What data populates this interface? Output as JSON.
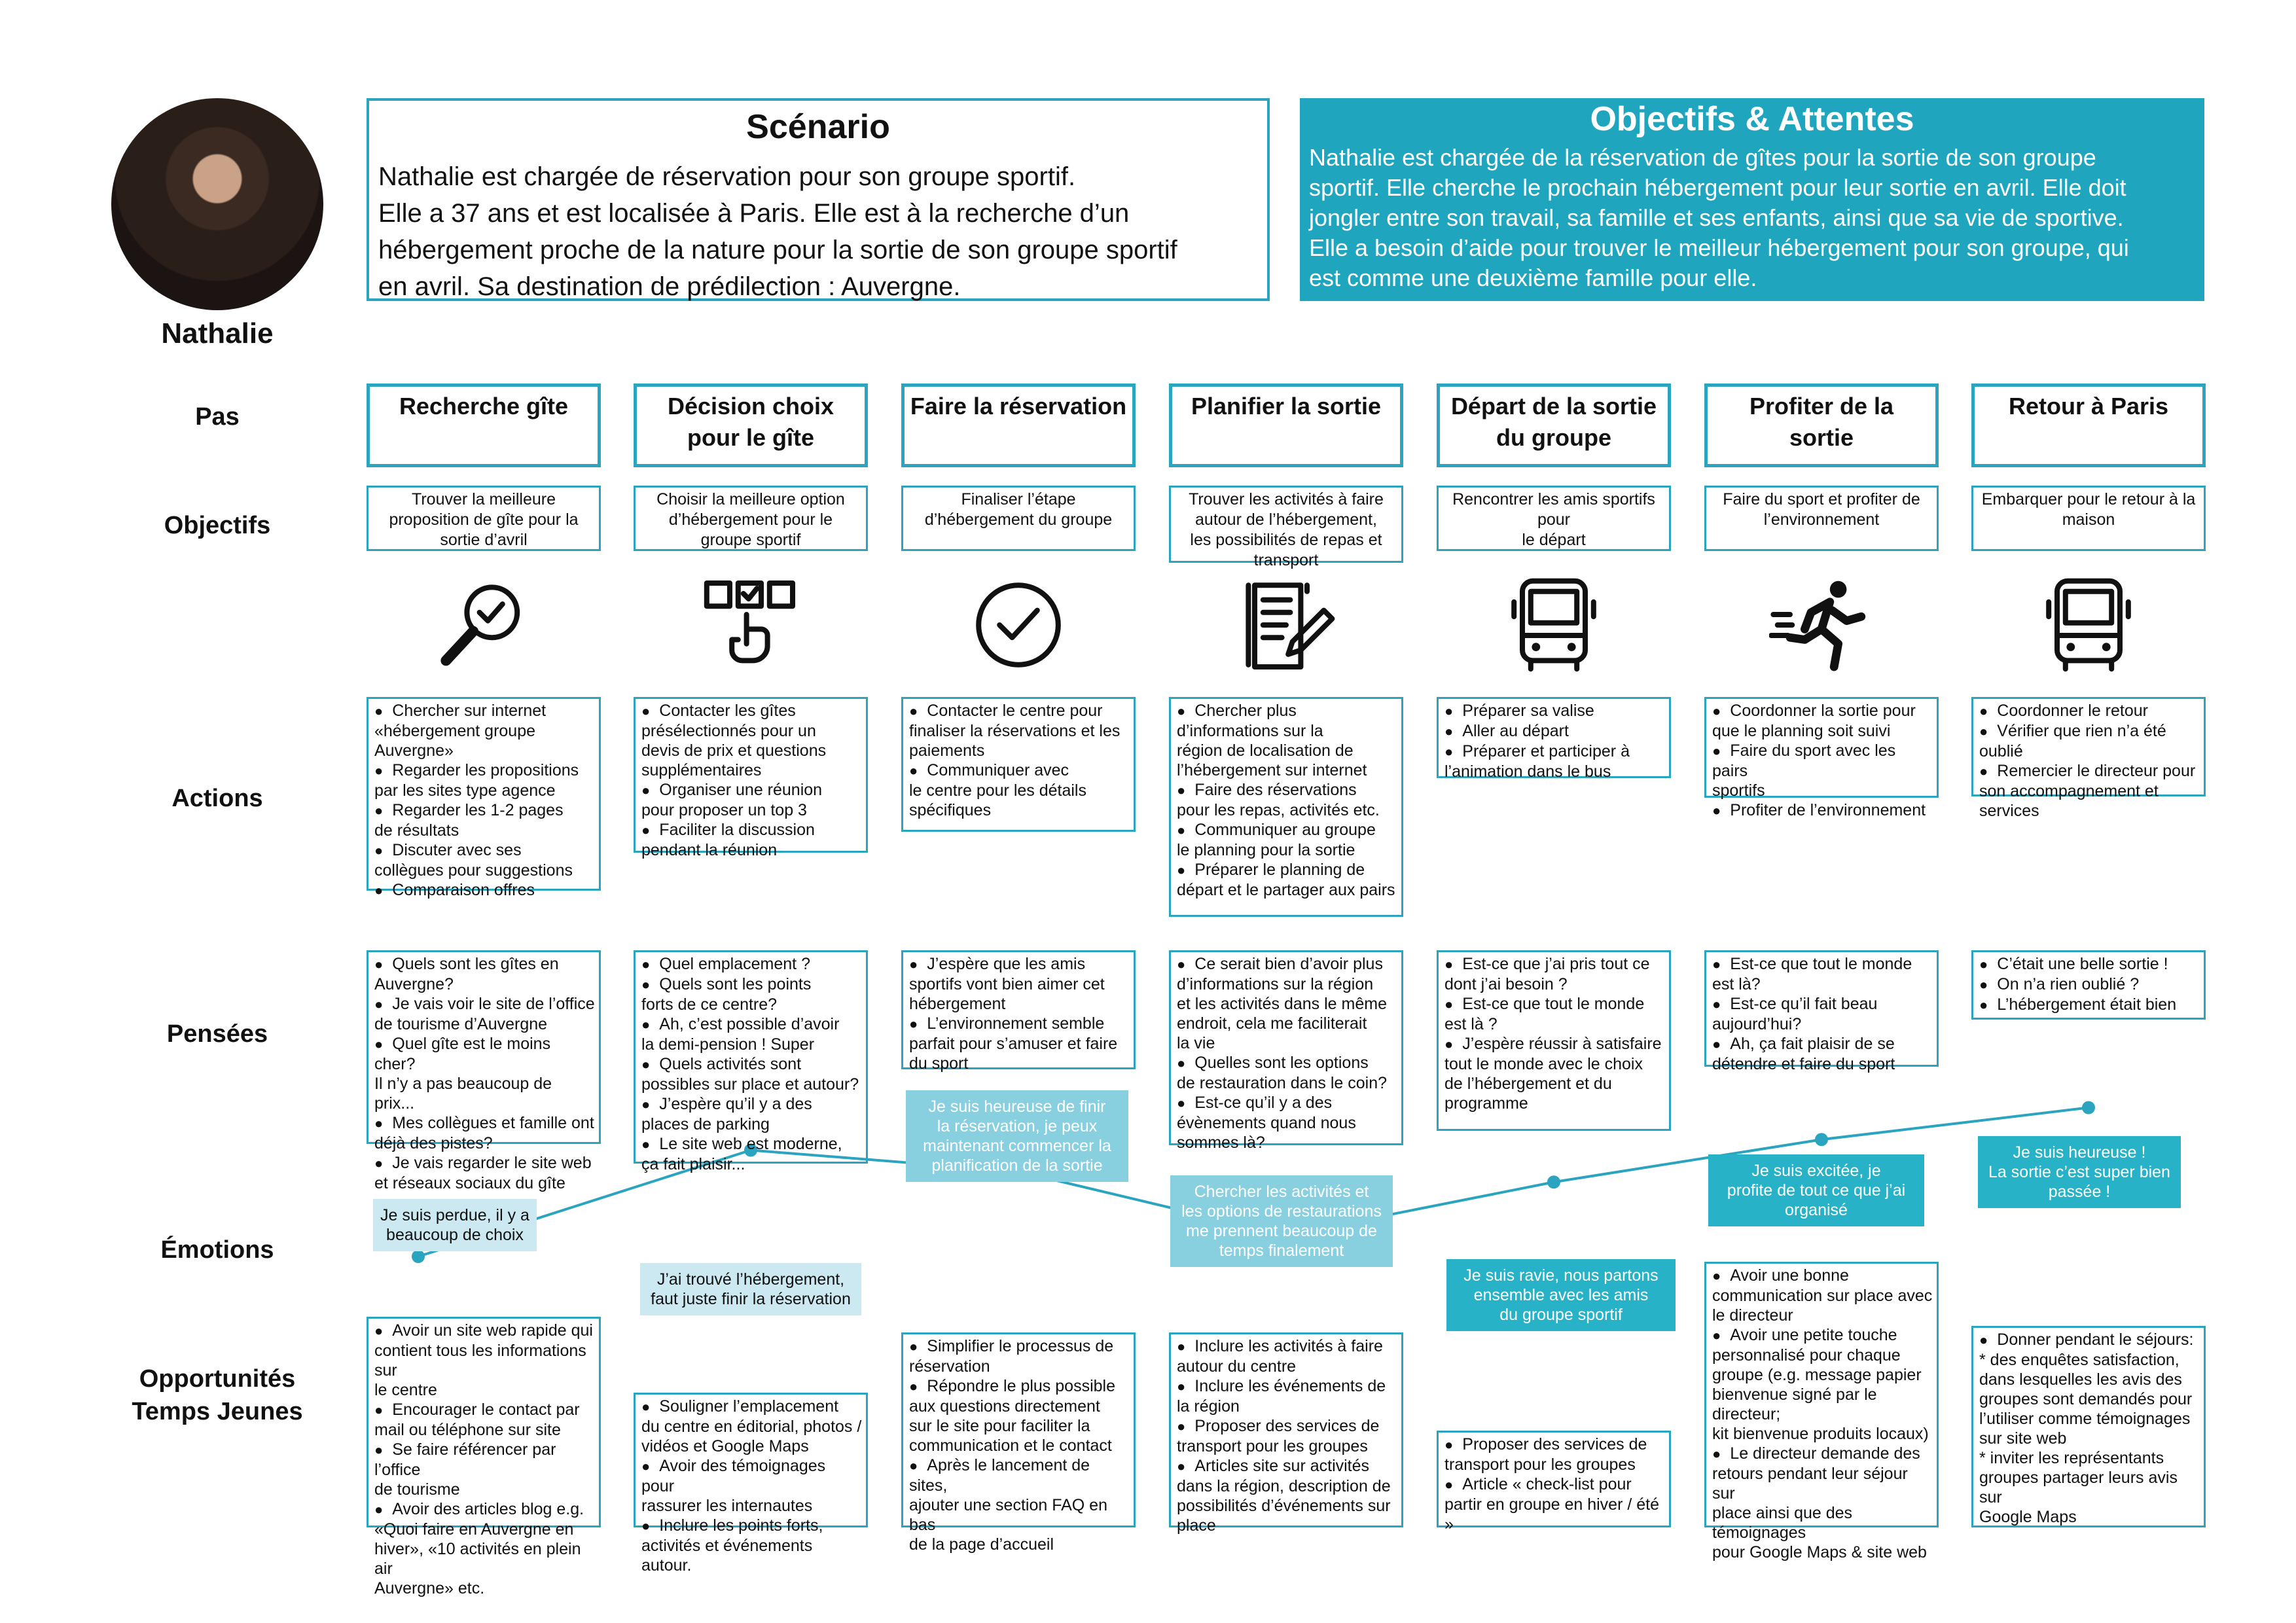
{
  "persona": {
    "name": "Nathalie"
  },
  "scenario": {
    "title": "Scénario",
    "lines": [
      "Nathalie est chargée de réservation pour son groupe sportif.",
      "Elle a 37 ans et est localisée à Paris. Elle est à la recherche d’un",
      "hébergement proche de la nature pour la sortie de son groupe sportif",
      "en avril. Sa destination de prédilection : Auvergne."
    ]
  },
  "objectifs_attentes": {
    "title": "Objectifs & Attentes",
    "lines": [
      "Nathalie est chargée de la réservation de gîtes pour la sortie de son groupe",
      "sportif. Elle cherche le prochain hébergement pour leur sortie en avril. Elle doit",
      "jongler entre son travail, sa famille et ses enfants, ainsi que sa vie de sportive.",
      "Elle a besoin d’aide pour trouver le meilleur hébergement pour son groupe, qui",
      "est comme une deuxième famille pour elle."
    ]
  },
  "row_labels": {
    "pas": "Pas",
    "objectifs": "Objectifs",
    "actions": "Actions",
    "pensees": "Pensées",
    "emotions": "Émotions",
    "opportunites": [
      "Opportunités",
      "Temps Jeunes"
    ]
  },
  "colors": {
    "accent": "#2ba4c0",
    "panel": "#1fa5bd",
    "bubble_light": "#cce9f1",
    "bubble_mid": "#88d0df",
    "bubble_dark": "#27b2c7"
  },
  "steps": [
    {
      "pas": [
        "Recherche gîte"
      ],
      "objectif": [
        "Trouver la meilleure",
        "proposition de gîte pour la",
        "sortie d’avril"
      ],
      "icon": "magnifier-check-icon",
      "actions": [
        [
          "Chercher sur internet",
          "«hébergement groupe",
          "Auvergne»"
        ],
        [
          "Regarder les propositions",
          "par les sites type agence"
        ],
        [
          "Regarder les 1-2 pages",
          "de résultats"
        ],
        [
          "Discuter avec ses",
          "collègues pour suggestions"
        ],
        [
          "Comparaison offres"
        ]
      ],
      "pensees": [
        [
          "Quels sont les gîtes en",
          "Auvergne?"
        ],
        [
          "Je vais voir le site de l’office",
          "de tourisme d’Auvergne"
        ],
        [
          "Quel gîte est le moins cher?",
          "Il n’y a pas beaucoup de prix...",
          ""
        ],
        [
          "Mes collègues et famille ont",
          "déjà des pistes?"
        ],
        [
          "Je vais regarder le site web",
          "et réseaux sociaux du gîte"
        ]
      ],
      "emotion": [
        "Je suis perdue, il y a",
        "beaucoup de choix"
      ],
      "opportunites": [
        [
          "Avoir un site web rapide qui",
          "contient tous les informations sur",
          "le centre"
        ],
        [
          "Encourager le contact par",
          "mail ou téléphone sur site"
        ],
        [
          "Se faire référencer par l’office",
          "de tourisme"
        ],
        [
          "Avoir des articles blog e.g.",
          "«Quoi faire en Auvergne en",
          "hiver», «10 activités en plein air",
          "Auvergne» etc."
        ]
      ]
    },
    {
      "pas": [
        "Décision choix",
        "pour le gîte"
      ],
      "objectif": [
        "Choisir la meilleure option",
        "d’hébergement pour le",
        "groupe sportif"
      ],
      "icon": "checklist-select-icon",
      "actions": [
        [
          "Contacter les gîtes",
          "présélectionnés pour un",
          "devis de prix et questions",
          "supplémentaires"
        ],
        [
          "Organiser une réunion",
          "pour proposer un top 3"
        ],
        [
          "Faciliter la discussion",
          "pendant la réunion"
        ]
      ],
      "pensees": [
        [
          "Quel emplacement ?"
        ],
        [
          "Quels sont les points",
          "forts de ce centre?"
        ],
        [
          "Ah, c’est possible d’avoir",
          "la demi-pension ! Super"
        ],
        [
          "Quels activités sont",
          "possibles sur place et autour?"
        ],
        [
          "J’espère qu’il y a des",
          "places de parking"
        ],
        [
          "Le site web est moderne,",
          "ça fait plaisir..."
        ]
      ],
      "emotion": [
        "J’ai trouvé l’hébergement,",
        "faut juste finir la réservation"
      ],
      "opportunites": [
        [
          "Souligner l’emplacement",
          "du centre en éditorial, photos /",
          "vidéos et Google Maps"
        ],
        [
          "Avoir des témoignages pour",
          "rassurer les internautes"
        ],
        [
          "Inclure les points forts,",
          "activités et événements autour."
        ]
      ]
    },
    {
      "pas": [
        "Faire la réservation"
      ],
      "objectif": [
        "Finaliser l’étape",
        "d’hébergement du groupe"
      ],
      "icon": "check-circle-icon",
      "actions": [
        [
          "Contacter le centre pour",
          "finaliser la réservations et les",
          "paiements"
        ],
        [
          "Communiquer avec",
          "le centre pour les détails",
          "spécifiques"
        ]
      ],
      "pensees": [
        [
          "J’espère que les amis",
          "sportifs vont bien aimer cet",
          "hébergement"
        ],
        [
          "L’environnement semble",
          "parfait pour s’amuser et faire",
          "du sport"
        ]
      ],
      "emotion": [
        "Je suis heureuse de finir",
        "la réservation, je peux",
        "maintenant commencer la",
        "planification de la sortie"
      ],
      "opportunites": [
        [
          "Simplifier le processus de",
          "réservation"
        ],
        [
          "Répondre le plus possible",
          "aux questions directement",
          "sur le site pour faciliter la",
          "communication et le contact"
        ],
        [
          "Après le lancement de sites,",
          "ajouter une section FAQ en bas",
          "de la page d’accueil"
        ]
      ]
    },
    {
      "pas": [
        "Planifier la sortie"
      ],
      "objectif": [
        "Trouver les activités à faire",
        "autour de l’hébergement,",
        "les possibilités de repas et",
        "transport"
      ],
      "icon": "checklist-pen-icon",
      "actions": [
        [
          "Chercher plus",
          "d’informations sur la",
          "région de localisation de",
          "l’hébergement sur internet"
        ],
        [
          "Faire des réservations",
          "pour les repas, activités etc."
        ],
        [
          "Communiquer au groupe",
          "le planning pour la sortie"
        ],
        [
          "Préparer le planning de",
          "départ et le partager aux pairs"
        ]
      ],
      "pensees": [
        [
          "Ce serait bien d’avoir plus",
          "d’informations sur la région",
          "et les activités dans le même",
          "endroit, cela me faciliterait",
          "la vie"
        ],
        [
          "Quelles sont les options",
          "de restauration dans le coin?"
        ],
        [
          "Est-ce qu’il y a des",
          "évènements quand nous",
          "sommes là?"
        ]
      ],
      "emotion": [
        "Chercher les activités et",
        "les options de restaurations",
        "me prennent beaucoup de",
        "temps finalement"
      ],
      "opportunites": [
        [
          "Inclure les activités à faire",
          "autour du centre"
        ],
        [
          "Inclure les événements de",
          "la région"
        ],
        [
          "Proposer des services de",
          "transport pour les groupes"
        ],
        [
          "Articles site sur activités",
          "dans la région, description de",
          "possibilités d’événements sur",
          "place"
        ]
      ]
    },
    {
      "pas": [
        "Départ de la sortie",
        "du groupe"
      ],
      "objectif": [
        "Rencontrer les amis sportifs pour",
        "le départ"
      ],
      "icon": "bus-icon",
      "actions": [
        [
          "Préparer sa valise"
        ],
        [
          "Aller au départ"
        ],
        [
          "Préparer et participer à",
          "l’animation dans le bus"
        ]
      ],
      "pensees": [
        [
          "Est-ce que j’ai pris tout ce",
          "dont j’ai besoin ?"
        ],
        [
          "Est-ce que tout le monde",
          "est là ?"
        ],
        [
          "J’espère réussir à satisfaire",
          "tout le monde avec le choix",
          "de l’hébergement et du",
          "programme"
        ]
      ],
      "emotion": [
        "Je suis ravie, nous partons",
        "ensemble avec les amis",
        "du groupe sportif"
      ],
      "opportunites": [
        [
          "Proposer des services de",
          "transport pour les groupes"
        ],
        [
          "Article « check-list pour",
          "partir en groupe en hiver / été »"
        ]
      ]
    },
    {
      "pas": [
        "Profiter de la",
        "sortie"
      ],
      "objectif": [
        "Faire du sport et profiter de",
        "l’environnement"
      ],
      "icon": "runner-icon",
      "actions": [
        [
          "Coordonner la sortie pour",
          "que le planning soit suivi"
        ],
        [
          "Faire du sport avec les pairs",
          "sportifs"
        ],
        [
          "Profiter de l’environnement"
        ]
      ],
      "pensees": [
        [
          "Est-ce que tout le monde",
          "est là?"
        ],
        [
          "Est-ce qu’il fait beau",
          "aujourd’hui?"
        ],
        [
          "Ah, ça fait plaisir de se",
          "détendre et faire du sport"
        ]
      ],
      "emotion": [
        "Je suis excitée, je",
        "profite de tout ce que j’ai",
        "organisé"
      ],
      "opportunites": [
        [
          "Avoir une bonne",
          "communication sur place avec",
          "le directeur"
        ],
        [
          "Avoir une petite touche",
          "personnalisé pour chaque",
          "groupe (e.g. message papier",
          "bienvenue signé par le directeur;",
          "kit bienvenue produits locaux)"
        ],
        [
          "Le directeur demande des",
          "retours pendant leur séjour sur",
          "place ainsi que des témoignages",
          "pour Google Maps & site web"
        ]
      ]
    },
    {
      "pas": [
        "Retour à Paris"
      ],
      "objectif": [
        "Embarquer pour le retour à la",
        "maison"
      ],
      "icon": "bus-icon",
      "actions": [
        [
          "Coordonner le retour"
        ],
        [
          "Vérifier que rien n’a été oublié"
        ],
        [
          "Remercier le directeur pour",
          "son accompagnement et",
          "services"
        ]
      ],
      "pensees": [
        [
          "C’était une belle sortie !"
        ],
        [
          "On n’a rien oublié ?"
        ],
        [
          "L’hébergement était bien"
        ]
      ],
      "emotion": [
        "Je suis heureuse !",
        "La sortie c’est super bien",
        "passée !"
      ],
      "opportunites": [
        [
          "Donner pendant le séjours:",
          "* des enquêtes satisfaction,",
          "dans lesquelles les avis des",
          "groupes sont demandés pour",
          "l’utiliser comme témoignages",
          "sur site web",
          "* inviter les représentants",
          "groupes partager leurs avis sur",
          "Google Maps"
        ]
      ]
    }
  ],
  "emotion_curve": [
    2,
    7,
    6,
    3,
    5.5,
    7.5,
    9
  ]
}
